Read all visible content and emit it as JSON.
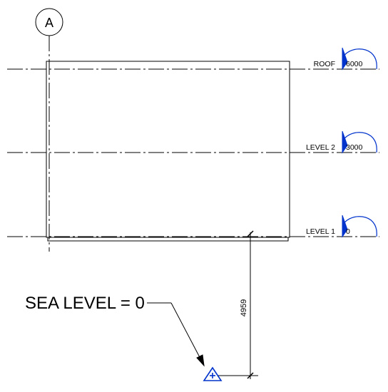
{
  "grid": {
    "label": "A"
  },
  "levels": [
    {
      "name": "ROOF",
      "elevation": "6000"
    },
    {
      "name": "LEVEL 2",
      "elevation": "3000"
    },
    {
      "name": "LEVEL 1",
      "elevation": "0"
    }
  ],
  "dimension": {
    "value": "4959"
  },
  "annotation": {
    "text": "SEA LEVEL = 0"
  },
  "colors": {
    "line": "#000000",
    "symbol": "#0033cc",
    "background": "#ffffff"
  },
  "icons": {
    "level_head": "level-elevation-marker-icon",
    "survey_point": "survey-point-triangle-icon",
    "grid_head": "grid-bubble-icon"
  }
}
